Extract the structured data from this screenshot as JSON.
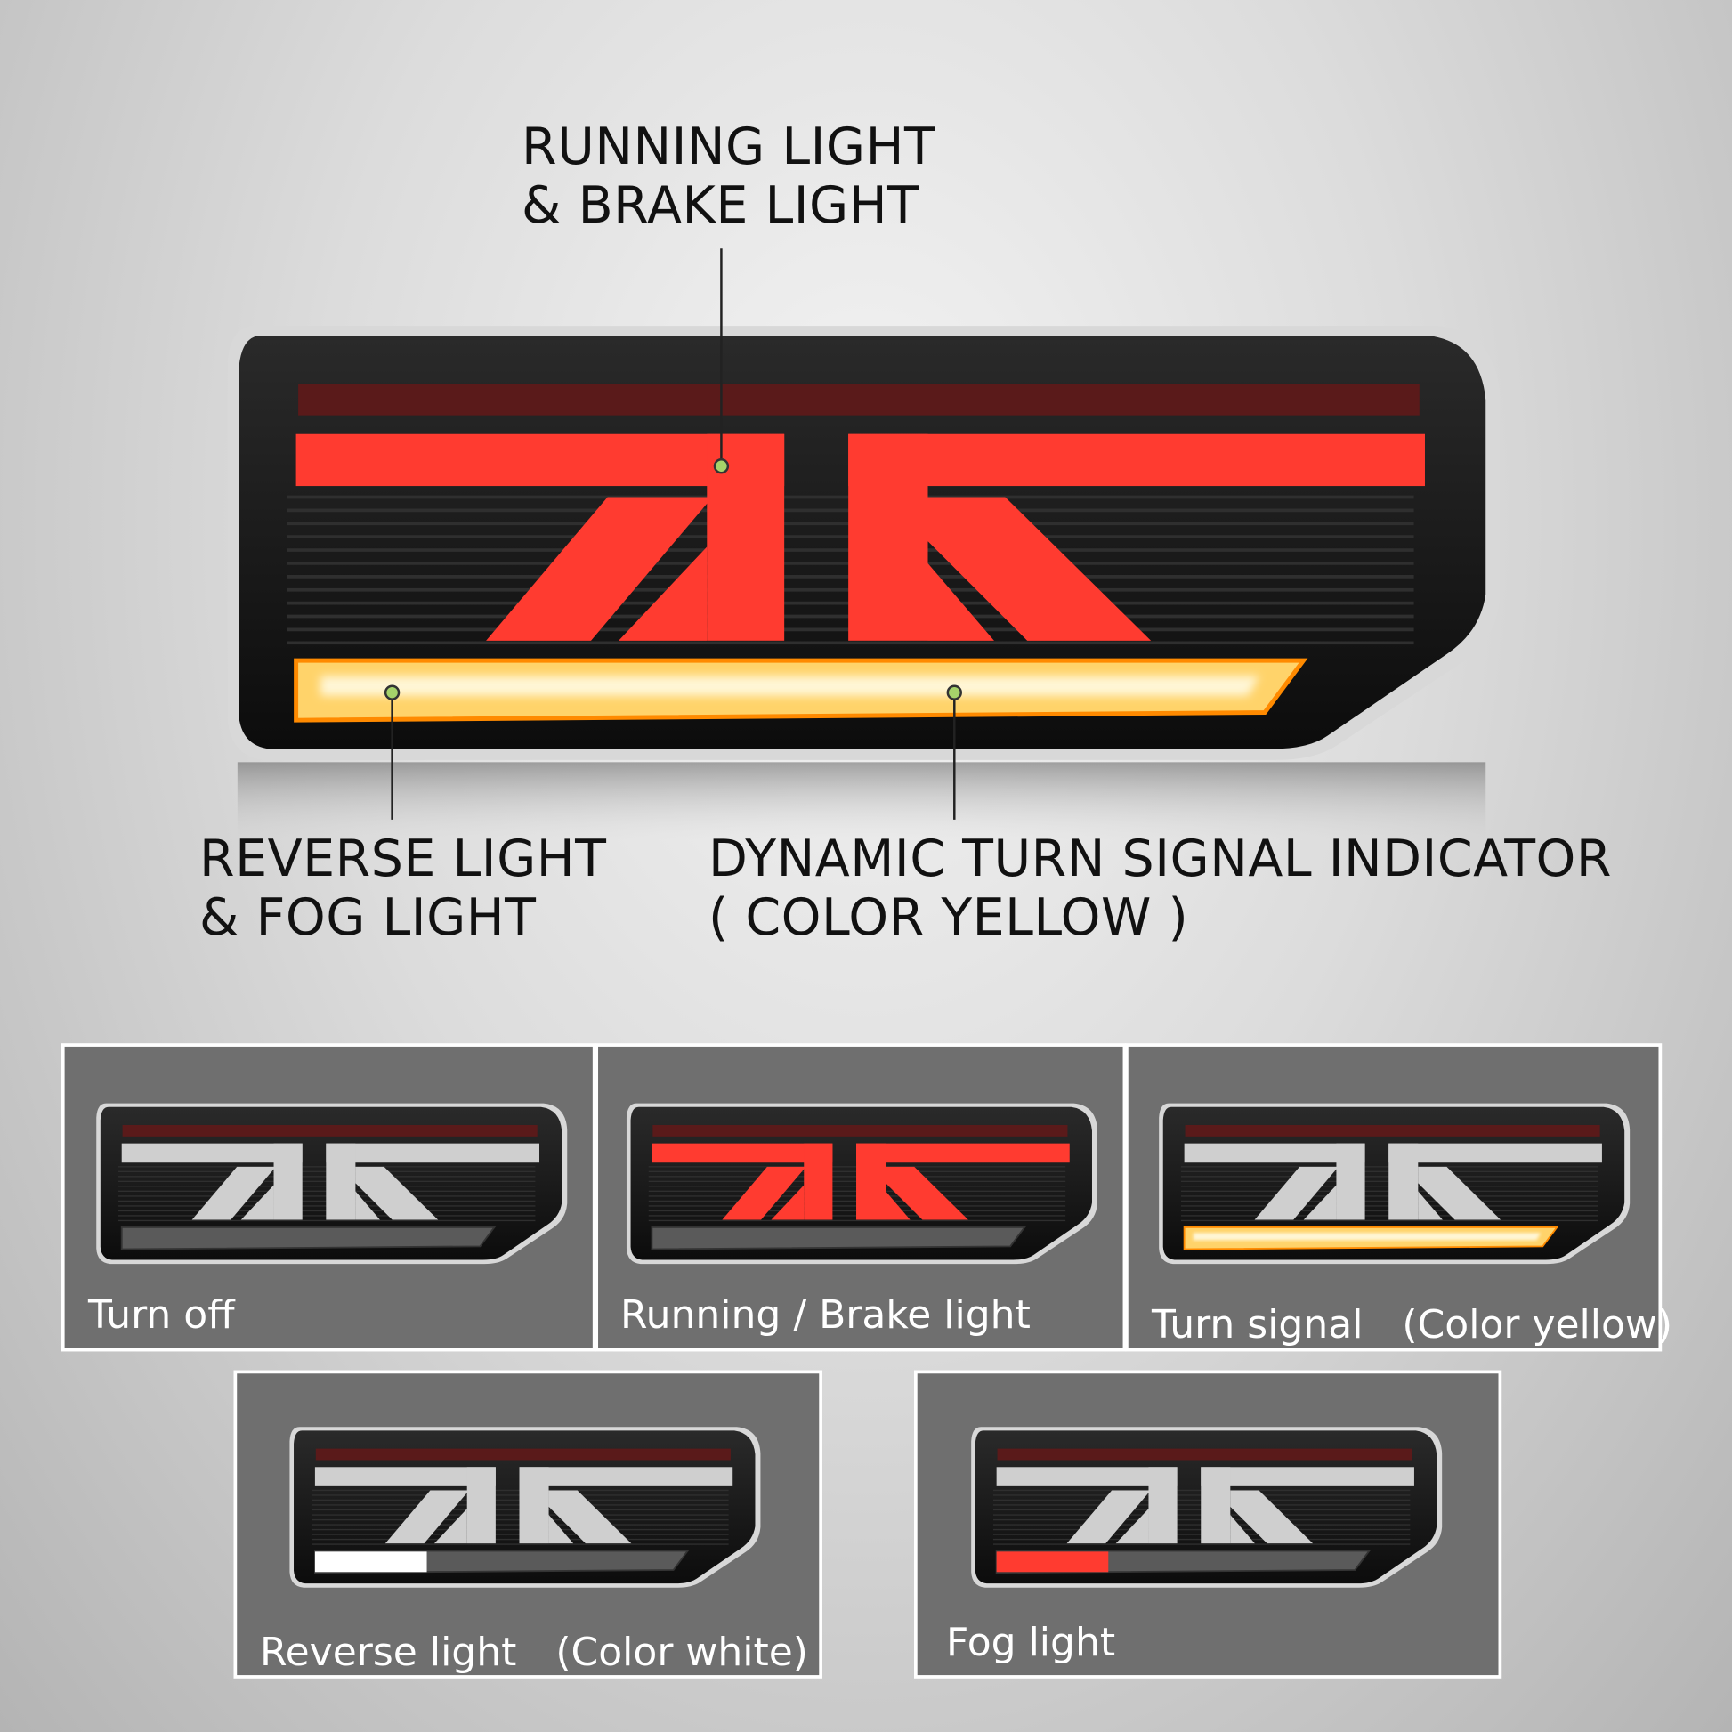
{
  "callouts": {
    "running_brake": [
      "RUNNING LIGHT",
      "& BRAKE LIGHT"
    ],
    "reverse_fog": [
      "REVERSE LIGHT",
      "& FOG LIGHT"
    ],
    "turn_signal": [
      "DYNAMIC TURN SIGNAL INDICATOR",
      "( COLOR YELLOW )"
    ]
  },
  "panels": [
    {
      "label": "Turn off",
      "state": "off"
    },
    {
      "label": "Running / Brake light",
      "state": "running"
    },
    {
      "label": "Turn signal　(Color yellow)",
      "state": "turn"
    },
    {
      "label": "Reverse light　(Color white)",
      "state": "reverse"
    },
    {
      "label": "Fog light",
      "state": "fog"
    }
  ],
  "colors": {
    "red": "#ff3b30",
    "amber": "#ffd36a",
    "marker": "#a6d36a",
    "panel_bg": "#6f6f6f"
  }
}
